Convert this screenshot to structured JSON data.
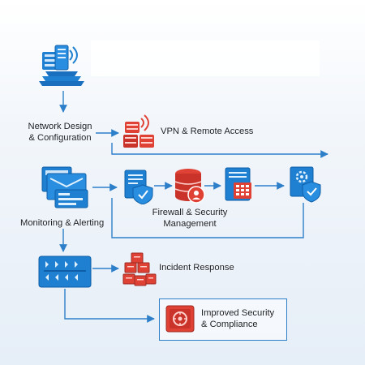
{
  "nodes": {
    "network_design": {
      "label_line1": "Network Design",
      "label_line2": "& Configuration",
      "icon": "network-tower-icon"
    },
    "vpn": {
      "label": "VPN & Remote Access",
      "icon": "wireless-server-icon"
    },
    "monitoring": {
      "label": "Monitoring & Alerting",
      "icon": "monitor-windows-icon"
    },
    "firewall": {
      "label_line1": "Firewall & Security",
      "label_line2": "Management",
      "icon": "database-shield-icon"
    },
    "incident": {
      "label": "Incident Response",
      "icon": "server-cubes-icon"
    },
    "improved": {
      "label_line1": "Improved Security",
      "label_line2": "& Compliance",
      "icon": "secure-vault-icon"
    }
  },
  "colors": {
    "accent_blue": "#2d7fc9",
    "icon_blue": "#1f7fd0",
    "icon_red": "#e04135",
    "text": "#1b1f24"
  }
}
